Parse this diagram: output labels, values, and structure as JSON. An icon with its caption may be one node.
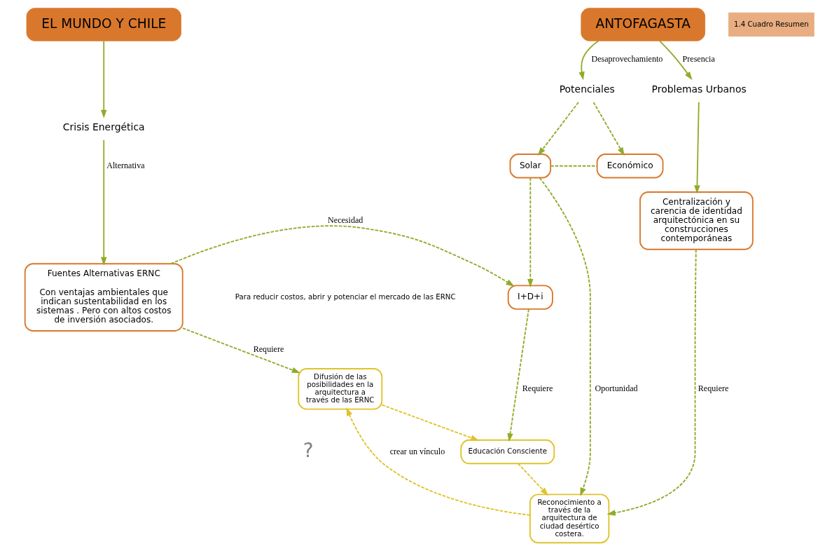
{
  "diagram": {
    "nodes": [
      {
        "text": [
          "EL MUNDO Y CHILE"
        ]
      },
      {
        "text": [
          "Crisis Energética"
        ]
      },
      {
        "text": [
          "Fuentes Alternativas ERNC",
          "Con ventajas ambientales que indican sustentabilidad en los sistemas . Pero con altos costos de inversión asociados."
        ]
      },
      {
        "text": [
          "I+D+i"
        ]
      },
      {
        "text": [
          "ANTOFAGASTA"
        ]
      },
      {
        "text": [
          "Potenciales"
        ]
      },
      {
        "text": [
          "Solar"
        ]
      },
      {
        "text": [
          "Económico"
        ]
      },
      {
        "text": [
          "Problemas Urbanos"
        ]
      },
      {
        "text": [
          "Difusión de las posibilidades en la arquitectura a través de las ERNC"
        ]
      },
      {
        "text": [
          "Educación Consciente"
        ]
      },
      {
        "text": [
          "Reconocimiento a través de la arquitectura de ciudad desértico costera."
        ]
      },
      {
        "text": [
          "Centralización y carencia de identidad arquitectónica en su construcciones contemporáneas"
        ]
      }
    ],
    "edges": [
      {
        "from": 0,
        "to": 1,
        "arrow": "to"
      },
      {
        "from": 1,
        "to": 2,
        "arrow": "to",
        "label": "Alternativa"
      },
      {
        "from": 2,
        "to": 3,
        "arrow": "to",
        "label": "Necesidad",
        "style": "dashed"
      },
      {
        "from": 4,
        "to": 5,
        "arrow": "to",
        "label": "Desaprovechamiento"
      },
      {
        "from": 4,
        "to": 8,
        "arrow": "to",
        "label": "Presencia"
      },
      {
        "from": 5,
        "to": 6,
        "arrow": "to",
        "style": "dashed"
      },
      {
        "from": 5,
        "to": 7,
        "arrow": "to",
        "style": "dashed"
      },
      {
        "from": 6,
        "to": 7,
        "arrow": "none",
        "style": "dashed"
      },
      {
        "from": 6,
        "to": 3,
        "arrow": "to",
        "style": "dashed"
      },
      {
        "from": 2,
        "to": 9,
        "arrow": "to",
        "label": "Requiere",
        "style": "dashed"
      },
      {
        "from": 3,
        "to": 10,
        "arrow": "to",
        "label": "Requiere",
        "style": "dashed"
      },
      {
        "from": 9,
        "to": 10,
        "arrow": "to",
        "style": "dashed",
        "color": "#e0c22a"
      },
      {
        "from": 10,
        "to": 11,
        "arrow": "to",
        "style": "dashed",
        "color": "#e0c22a"
      },
      {
        "from": 6,
        "to": 11,
        "arrow": "to",
        "label": "Oportunidad",
        "style": "dashed"
      },
      {
        "from": 8,
        "to": 12,
        "arrow": "to"
      },
      {
        "from": 12,
        "to": 11,
        "arrow": "to",
        "label": "Requiere",
        "style": "dashed"
      },
      {
        "from": 11,
        "to": 9,
        "arrow": "to",
        "label": "crear un vínculo",
        "style": "dashed",
        "color": "#e0c22a"
      }
    ],
    "labels": [
      "1.4 Cuadro Resumen",
      "Para reducir costos, abrir y potenciar el mercado de las ERNC",
      "?"
    ]
  }
}
